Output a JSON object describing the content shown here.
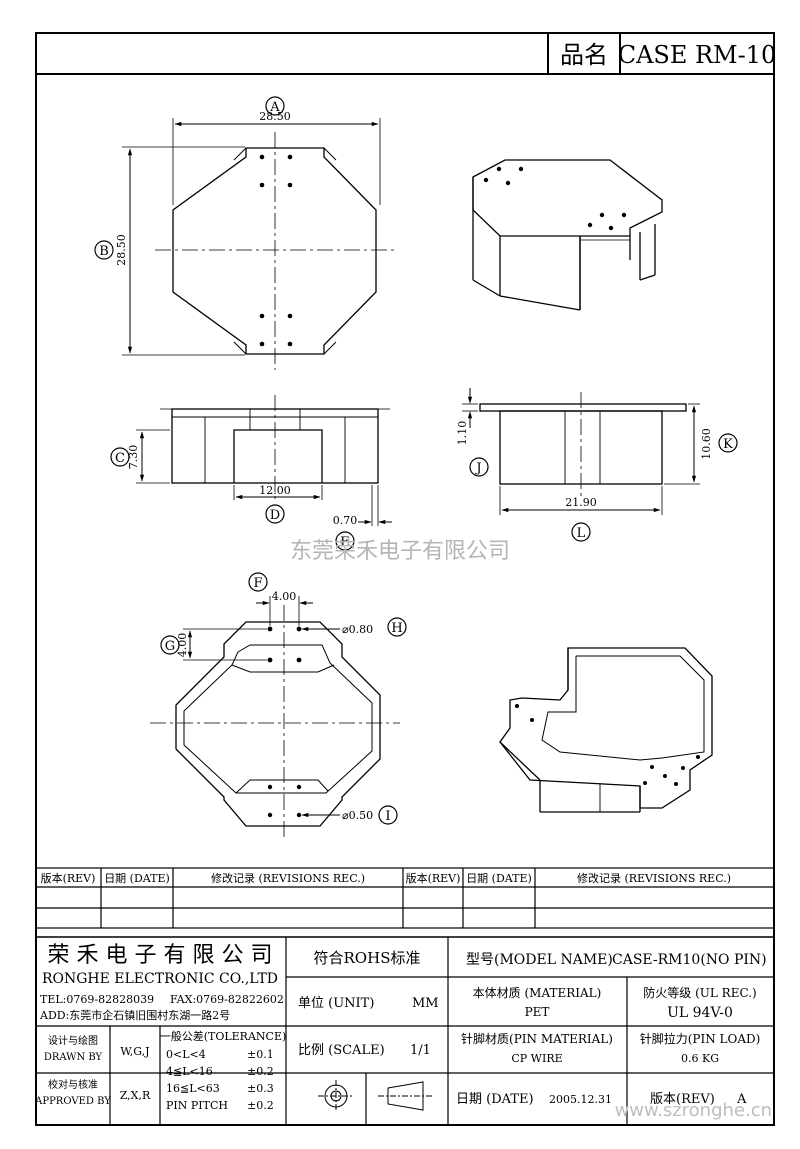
{
  "header": {
    "name_label": "品名",
    "name_value": "CASE RM-10"
  },
  "dimensions": {
    "A": {
      "letter": "A",
      "value": "28.50"
    },
    "B": {
      "letter": "B",
      "value": "28.50"
    },
    "C": {
      "letter": "C",
      "value": "7.30"
    },
    "D": {
      "letter": "D",
      "value": "12.00"
    },
    "E": {
      "letter": "E",
      "value": "0.70"
    },
    "F": {
      "letter": "F",
      "value": "4.00"
    },
    "G": {
      "letter": "G",
      "value": "4.00"
    },
    "H": {
      "letter": "H",
      "value": "⌀0.80"
    },
    "I": {
      "letter": "I",
      "value": "⌀0.50"
    },
    "J": {
      "letter": "J",
      "value": "1.10"
    },
    "K": {
      "letter": "K",
      "value": "10.60"
    },
    "L": {
      "letter": "L",
      "value": "21.90"
    }
  },
  "watermark": {
    "company": "东莞荣禾电子有限公司",
    "url": "www.szronghe.cn"
  },
  "revisions": {
    "rev_header": "版本(REV)",
    "date_header": "日期 (DATE)",
    "record_header": "修改记录 (REVISIONS REC.)"
  },
  "title_block": {
    "company_cn": "荣 禾 电 子 有 限 公 司",
    "company_en": "RONGHE ELECTRONIC CO.,LTD",
    "tel": "TEL:0769-82828039",
    "fax": "FAX:0769-82822602",
    "addr": "ADD:东莞市企石镇旧围村东湖一路2号",
    "rohs": "符合ROHS标准",
    "model_label": "型号(MODEL NAME)",
    "model_value": "CASE-RM10(NO PIN)",
    "unit_label": "单位 (UNIT)",
    "unit_value": "MM",
    "material_label": "本体材质 (MATERIAL)",
    "material_value": "PET",
    "ul_label": "防火等级 (UL REC.)",
    "ul_value": "UL 94V-0",
    "design_cn": "设计与绘图",
    "design_en": "DRAWN BY",
    "design_value": "W,G,J",
    "approve_cn": "校对与核准",
    "approve_en": "APPROVED BY",
    "approve_value": "Z,X,R",
    "tol_title": "一般公差(TOLERANCE)",
    "tol_rows": [
      {
        "range": "0<L<4",
        "tol": "±0.1"
      },
      {
        "range": "4≦L<16",
        "tol": "±0.2"
      },
      {
        "range": "16≦L<63",
        "tol": "±0.3"
      },
      {
        "range": "PIN PITCH",
        "tol": "±0.2"
      }
    ],
    "scale_label": "比例 (SCALE)",
    "scale_value": "1/1",
    "pin_mat_label": "针脚材质(PIN MATERIAL)",
    "pin_mat_value": "CP WIRE",
    "pin_load_label": "针脚拉力(PIN LOAD)",
    "pin_load_value": "0.6 KG",
    "date_label": "日期 (DATE)",
    "date_value": "2005.12.31",
    "rev_label": "版本(REV)",
    "rev_value": "A"
  }
}
